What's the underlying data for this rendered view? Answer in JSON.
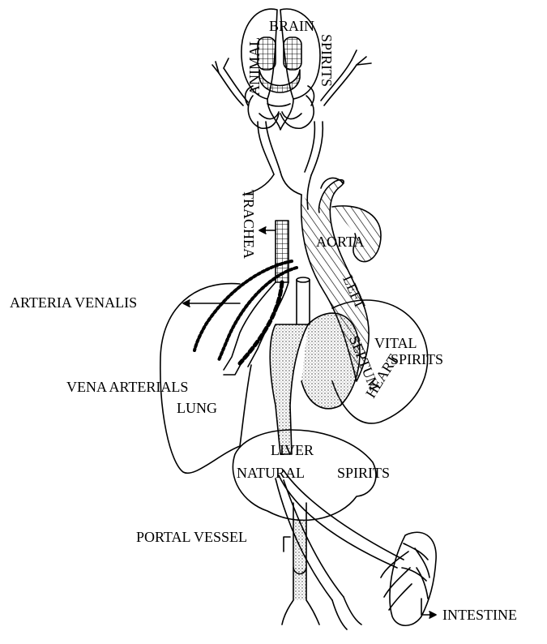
{
  "labels": {
    "brain": "BRAIN",
    "animal": "ANIMAL",
    "spirits_top": "SPIRITS",
    "trachea": "TRACHEA",
    "aorta": "AORTA",
    "arteria_venalis": "ARTERIA VENALIS",
    "left": "LEFT",
    "vital": "VITAL",
    "spirits_vital": "SPIRITS",
    "septum": "SEPTUM",
    "heart": "HEART",
    "vena_arterials": "VENA ARTERIALS",
    "lung": "LUNG",
    "liver": "LIVER",
    "natural": "NATURAL",
    "spirits_natural": "SPIRITS",
    "portal_vessel": "PORTAL VESSEL",
    "intestine": "INTESTINE"
  }
}
